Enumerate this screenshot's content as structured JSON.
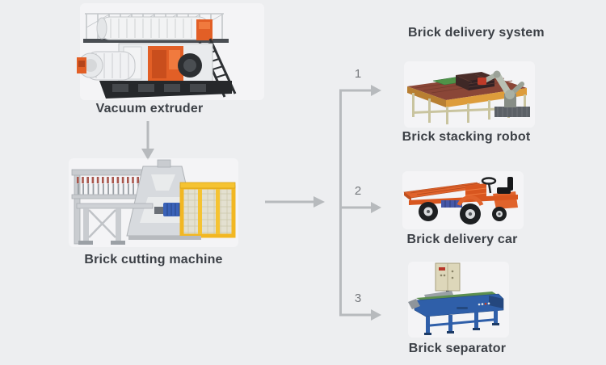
{
  "diagram": {
    "title": "Brick delivery system"
  },
  "machines": {
    "vacuum_extruder": {
      "label": "Vacuum extruder"
    },
    "brick_cutting_machine": {
      "label": "Brick cutting machine"
    },
    "brick_stacking_robot": {
      "label": "Brick stacking robot"
    },
    "brick_delivery_car": {
      "label": "Brick delivery car"
    },
    "brick_separator": {
      "label": "Brick separator"
    }
  },
  "branches": [
    {
      "number": "1"
    },
    {
      "number": "2"
    },
    {
      "number": "3"
    }
  ],
  "colors": {
    "background": "#edeef0",
    "arrow": "#b7babd",
    "label_text": "#3c4046",
    "number_text": "#75787c",
    "machine_orange": "#e25f26",
    "machine_yellow": "#f2b722",
    "machine_blue": "#3160ac",
    "machine_green": "#4f9348",
    "conveyor_maroon": "#8a4637",
    "frame_gray": "#ced1d5"
  }
}
